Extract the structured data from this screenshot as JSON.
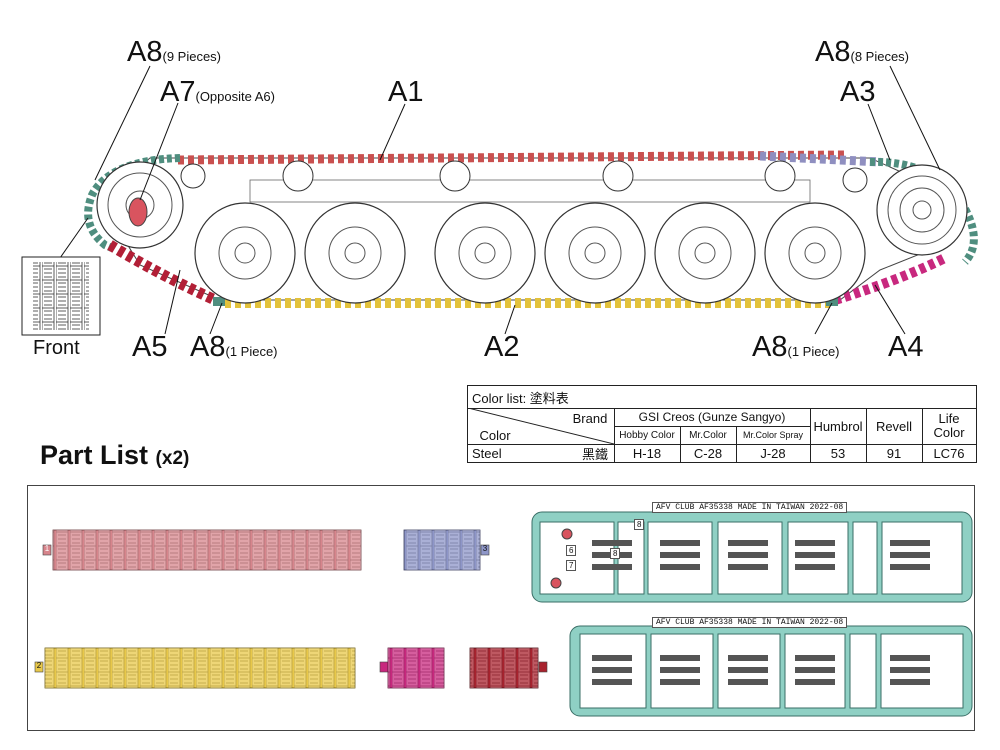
{
  "labels": {
    "a8_top_left": {
      "code": "A8",
      "note": "(9 Pieces)"
    },
    "a7": {
      "code": "A7",
      "note": "(Opposite A6)"
    },
    "a1": {
      "code": "A1"
    },
    "a8_top_right": {
      "code": "A8",
      "note": "(8 Pieces)"
    },
    "a3": {
      "code": "A3"
    },
    "front": "Front",
    "a5": {
      "code": "A5"
    },
    "a8_bottom_left": {
      "code": "A8",
      "note": "(1 Piece)"
    },
    "a2": {
      "code": "A2"
    },
    "a8_bottom_right": {
      "code": "A8",
      "note": "(1 Piece)"
    },
    "a4": {
      "code": "A4"
    }
  },
  "color_table": {
    "title": "Color list: 塗料表",
    "brand_label": "Brand",
    "color_label": "Color",
    "gsi_header": "GSI Creos (Gunze Sangyo)",
    "sub_headers": [
      "Hobby Color",
      "Mr.Color",
      "Mr.Color Spray"
    ],
    "humbrol": "Humbrol",
    "revell": "Revell",
    "life_color": "Life Color",
    "row": {
      "name": "Steel",
      "name_cn": "黑鐵",
      "hobby": "H-18",
      "mrcolor": "C-28",
      "spray": "J-28",
      "humbrol": "53",
      "revell": "91",
      "life": "LC76"
    }
  },
  "part_list": {
    "title": "Part List",
    "qty": "(x2)",
    "strip_numbers": [
      "1",
      "3",
      "2"
    ],
    "sprue_header_top": "AFV CLUB AF35338   MADE IN TAIWAN 2022-08",
    "sprue_header_bottom": "AFV CLUB AF35338   MADE IN TAIWAN 2022-08",
    "sprue_numbers": [
      "8",
      "6",
      "7",
      "8"
    ]
  },
  "colors": {
    "a1_red": "#c9504f",
    "a2_yellow": "#e3c23b",
    "a3_blue": "#8f8fc0",
    "a4_magenta": "#c8287e",
    "a5_darkred": "#b21f36",
    "a8_teal": "#4f8e7f",
    "sprue_teal": "#8fd0c4",
    "strip_pink": "#d7858c",
    "strip_blue": "#8e96c8",
    "strip_yellow": "#e8c84a",
    "strip_magenta": "#c8287e",
    "strip_darkred": "#a8222e"
  }
}
